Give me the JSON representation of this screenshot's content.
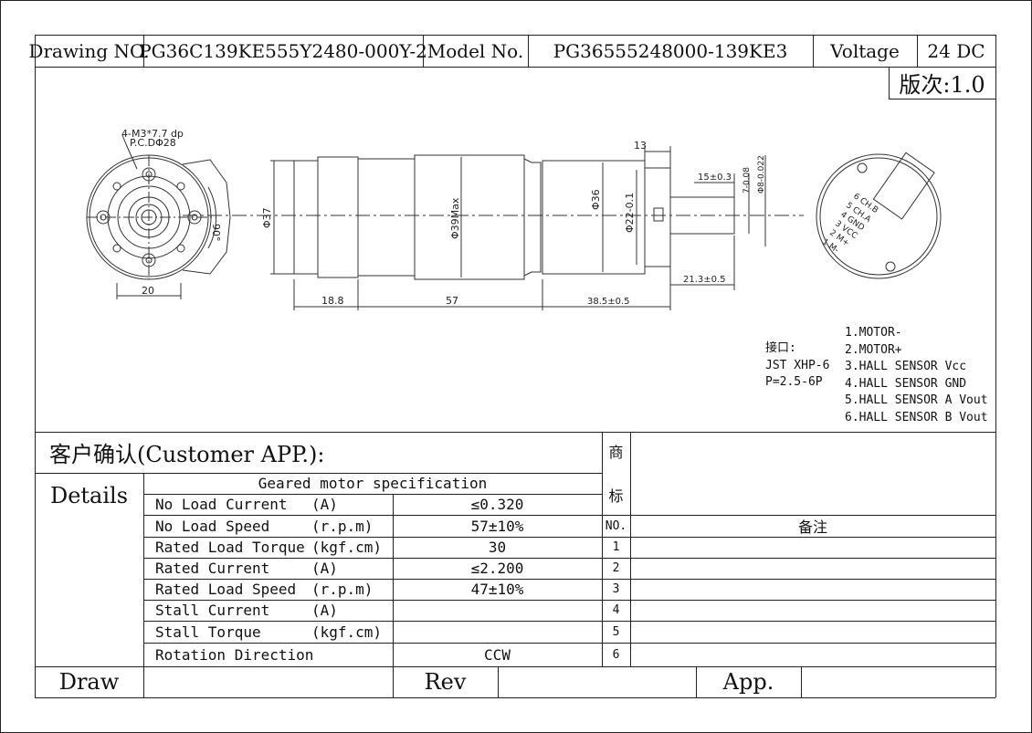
{
  "header": {
    "drawing_no_label": "Drawing NO.",
    "drawing_no_value": "PG36C139KE555Y2480-000Y-2",
    "model_no_label": "Model No.",
    "model_no_value": "PG36555248000-139KE3",
    "voltage_label": "Voltage",
    "voltage_value": "24 DC",
    "version": "版次:1.0"
  },
  "drawing": {
    "front_callout_1": "4-M3*7.7 dp",
    "front_callout_2": "P.C.DΦ28",
    "front_angle": "90°",
    "front_width": "20",
    "dim_d37": "Φ37",
    "dim_d39": "Φ39Max",
    "dim_d36": "Φ36",
    "dim_d22": "Φ22-0.1",
    "dim_13": "13",
    "dim_15": "15±0.3",
    "dim_7": "7-0.08",
    "dim_d8": "Φ8-0.022",
    "dim_18_8": "18.8",
    "dim_57": "57",
    "dim_38_5": "38.5±0.5",
    "dim_21_3": "21.3±0.5",
    "conn_pins": [
      "6 CH.B",
      "5 CH.A",
      "4 GND",
      "3 VCC",
      "2 M+",
      "1 M-"
    ]
  },
  "connector": {
    "label": "接口:",
    "type": "JST XHP-6",
    "pitch": "P=2.5-6P"
  },
  "pins": [
    "1.MOTOR-",
    "2.MOTOR+",
    "3.HALL SENSOR Vcc",
    "4.HALL SENSOR GND",
    "5.HALL SENSOR A Vout",
    "6.HALL SENSOR B Vout"
  ],
  "customer_app": "客户确认(Customer APP.):",
  "details_label": "Details",
  "spec_title": "Geared motor specification",
  "specs": [
    {
      "name": "No Load Current",
      "unit": "(A)",
      "value": "≤0.320"
    },
    {
      "name": "No Load Speed",
      "unit": "(r.p.m)",
      "value": "57±10%"
    },
    {
      "name": "Rated Load Torque",
      "unit": "(kgf.cm)",
      "value": "30"
    },
    {
      "name": "Rated Current",
      "unit": "(A)",
      "value": "≤2.200"
    },
    {
      "name": "Rated Load Speed",
      "unit": "(r.p.m)",
      "value": "47±10%"
    },
    {
      "name": "Stall Current",
      "unit": "(A)",
      "value": ""
    },
    {
      "name": "Stall Torque",
      "unit": "(kgf.cm)",
      "value": ""
    },
    {
      "name": "Rotation Direction",
      "unit": "",
      "value": "CCW"
    }
  ],
  "brand_label_1": "商",
  "brand_label_2": "标",
  "notes_no_label": "NO.",
  "notes_label": "备注",
  "notes": [
    "1",
    "2",
    "3",
    "4",
    "5",
    "6"
  ],
  "footer": {
    "draw_label": "Draw",
    "rev_label": "Rev",
    "app_label": "App."
  }
}
